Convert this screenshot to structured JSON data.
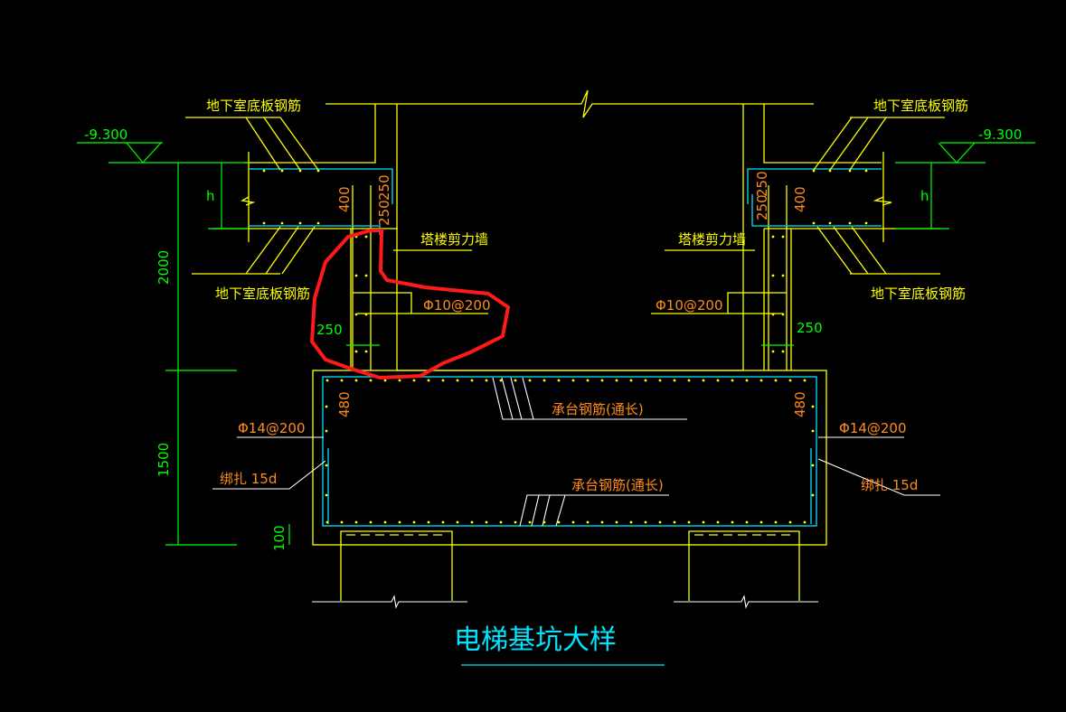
{
  "drawing": {
    "title": "电梯基坑大样",
    "labels": {
      "basement_slab_rebar": "地下室底板钢筋",
      "shear_wall": "塔楼剪力墙",
      "stirrup": "Φ10@200",
      "side_rebar": "Φ14@200",
      "tie": "绑扎 15d",
      "cap_rebar_top": "承台钢筋(通长)",
      "cap_rebar_bottom": "承台钢筋(通长)"
    },
    "elevation": "-9.300",
    "dimensions": {
      "pit_depth": "2000",
      "cap_depth": "1500",
      "cushion": "100",
      "wall_thk": "250",
      "slab_h": "h",
      "d400": "400",
      "d250a": "250",
      "d250b": "250",
      "d480": "480"
    },
    "colors": {
      "concrete": "#ffff00",
      "rebar": "#00e5ff",
      "dimension": "#00ff00",
      "text": "#ff8c1a",
      "markup": "#ff1a1a"
    }
  }
}
